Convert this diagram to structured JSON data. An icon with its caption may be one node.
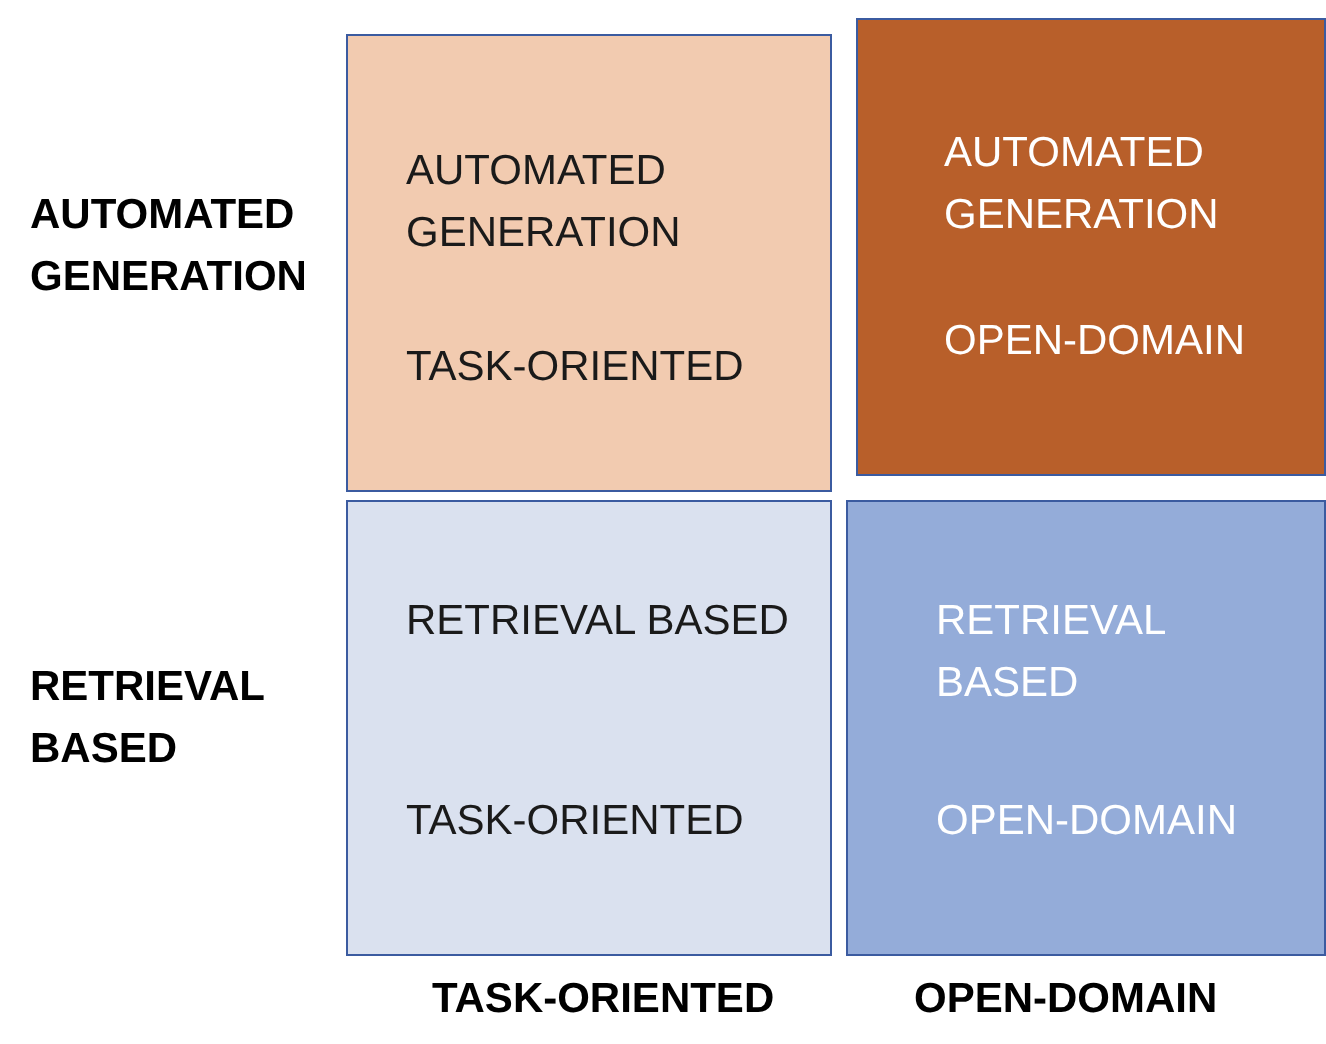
{
  "diagram": {
    "nodes": [
      {
        "text": [
          "AUTOMATED GENERATION",
          "TASK-ORIENTED"
        ]
      },
      {
        "text": [
          "AUTOMATED GENERATION",
          "OPEN-DOMAIN"
        ]
      },
      {
        "text": [
          "RETRIEVAL BASED",
          "TASK-ORIENTED"
        ]
      },
      {
        "text": [
          "RETRIEVAL BASED",
          "OPEN-DOMAIN"
        ]
      }
    ],
    "labels": [
      "AUTOMATED GENERATION",
      "RETRIEVAL BASED",
      "TASK-ORIENTED",
      "OPEN-DOMAIN"
    ]
  }
}
